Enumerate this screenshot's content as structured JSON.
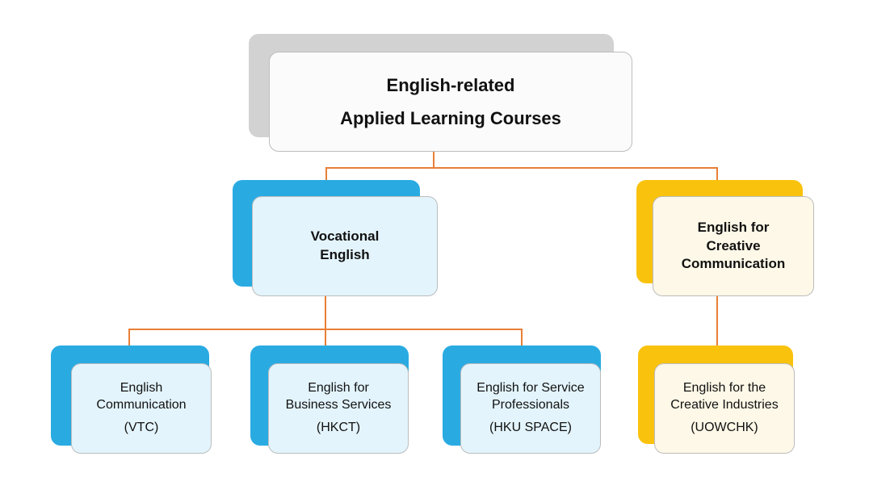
{
  "diagram": {
    "title": "English-related Applied Learning Courses",
    "root": {
      "line1": "English-related",
      "line2": "Applied Learning Courses"
    },
    "vocational": {
      "label": "Vocational English"
    },
    "creative": {
      "label": "English for Creative Communication"
    },
    "children": [
      {
        "name": "English Communication",
        "org": "(VTC)"
      },
      {
        "name": "English for Business Services",
        "org": "(HKCT)"
      },
      {
        "name": "English for Service Professionals",
        "org": "(HKU SPACE)"
      },
      {
        "name": "English for the Creative Industries",
        "org": "(UOWCHK)"
      }
    ],
    "colors": {
      "blue": "#29ABE2",
      "gold": "#F9C20D",
      "connector": "#E87F36",
      "blue_fill": "#E3F4FC",
      "gold_fill": "#FDF8E7",
      "root_shadow": "#D2D2D2",
      "root_fill": "#FBFBFB",
      "border": "#BDBDBD"
    }
  }
}
